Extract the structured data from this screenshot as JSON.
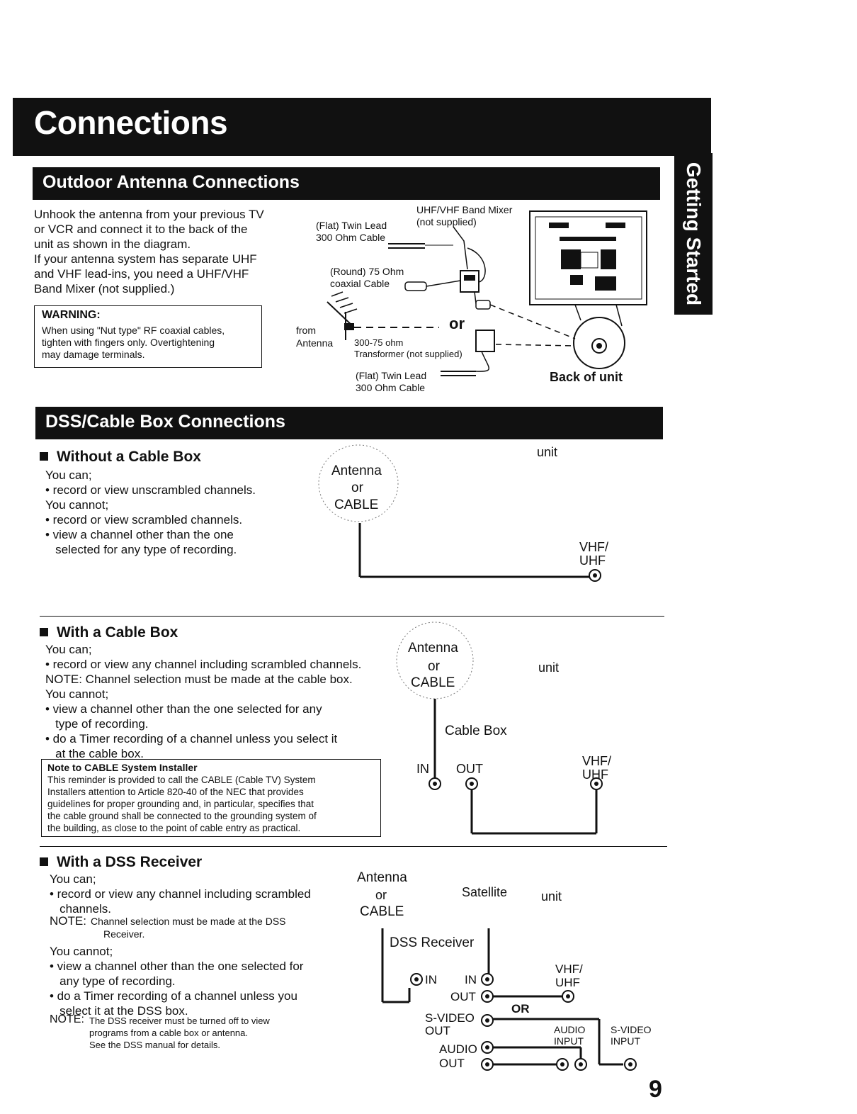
{
  "header": {
    "title": "Connections"
  },
  "side_tab": {
    "label": "Getting Started"
  },
  "outdoor": {
    "heading": "Outdoor Antenna Connections",
    "paragraph": [
      "Unhook the antenna from your previous TV",
      "or VCR and connect it to the back of the",
      "unit as shown in the diagram.",
      "If your antenna system has separate UHF",
      "and VHF lead-ins, you need a UHF/VHF",
      "Band Mixer (not supplied.)"
    ],
    "warning": {
      "title": "WARNING:",
      "lines": [
        "When using \"Nut type\" RF coaxial cables,",
        "tighten with fingers only. Overtightening",
        "may damage terminals."
      ]
    },
    "diagram": {
      "mixer_1": "UHF/VHF Band Mixer",
      "mixer_2": "(not supplied)",
      "flat_twin_1": "(Flat) Twin Lead",
      "flat_twin_2": "300 Ohm Cable",
      "round_1": "(Round) 75 Ohm",
      "round_2": "coaxial Cable",
      "or": "or",
      "from": "from",
      "antenna": "Antenna",
      "transformer_1": "300-75 ohm",
      "transformer_2": "Transformer (not supplied)",
      "flat_twin_b1": "(Flat) Twin Lead",
      "flat_twin_b2": "300 Ohm Cable",
      "back_of_unit": "Back of unit"
    }
  },
  "dss_section": {
    "heading": "DSS/Cable Box Connections",
    "without": {
      "title": "Without a Cable Box",
      "lines": [
        "You can;",
        "• record or view unscrambled channels.",
        "You cannot;",
        "• record or view scrambled channels.",
        "• view a channel other than the one",
        "   selected for any type of recording."
      ],
      "diagram": {
        "antenna": "Antenna",
        "or": "or",
        "cable": "CABLE",
        "unit": "unit",
        "vhf": "VHF/",
        "uhf": "UHF"
      }
    },
    "with_cable": {
      "title": "With a Cable Box",
      "lines": [
        "You can;",
        "• record or view any channel including scrambled channels.",
        "NOTE: Channel selection must be made at the cable box.",
        "You cannot;",
        "• view a channel other than the one selected for any",
        "   type of recording.",
        "• do a Timer recording of a channel unless you select it",
        "   at the cable box."
      ],
      "note": {
        "title": "Note to CABLE System Installer",
        "lines": [
          "This reminder is provided to call the CABLE (Cable TV) System",
          "Installers attention to Article 820-40 of the NEC that provides",
          "guidelines for proper grounding and, in particular, specifies that",
          "the cable ground shall be connected to the grounding system of",
          "the building, as close to the point of cable entry as practical."
        ]
      },
      "diagram": {
        "antenna": "Antenna",
        "or": "or",
        "cable": "CABLE",
        "unit": "unit",
        "cable_box": "Cable Box",
        "in": "IN",
        "out": "OUT",
        "vhf": "VHF/",
        "uhf": "UHF"
      }
    },
    "with_dss": {
      "title": "With a DSS Receiver",
      "lines_a": [
        "You can;",
        "• record or view any channel including scrambled",
        "   channels."
      ],
      "note1_label": "NOTE:",
      "note1_lines": [
        "Channel selection must be made at the DSS",
        "Receiver."
      ],
      "lines_b": [
        "You cannot;",
        "• view a channel other than the one selected for",
        "   any type of recording.",
        "• do a Timer recording of a channel unless you",
        "   select it at the DSS box."
      ],
      "note2_label": "NOTE:",
      "note2_lines": [
        "The DSS receiver must be turned off to view",
        "programs from a cable box or antenna.",
        "See the DSS manual for details."
      ],
      "diagram": {
        "antenna": "Antenna",
        "or": "or",
        "cable": "CABLE",
        "satellite": "Satellite",
        "unit": "unit",
        "dss_receiver": "DSS Receiver",
        "in1": "IN",
        "in2": "IN",
        "out": "OUT",
        "svideo_out_1": "S-VIDEO",
        "svideo_out_2": "OUT",
        "audio_out_1": "AUDIO",
        "audio_out_2": "OUT",
        "vhf": "VHF/",
        "uhf": "UHF",
        "or_bold": "OR",
        "audio_input_1": "AUDIO",
        "audio_input_2": "INPUT",
        "svideo_input_1": "S-VIDEO",
        "svideo_input_2": "INPUT"
      }
    }
  },
  "page_number": "9"
}
